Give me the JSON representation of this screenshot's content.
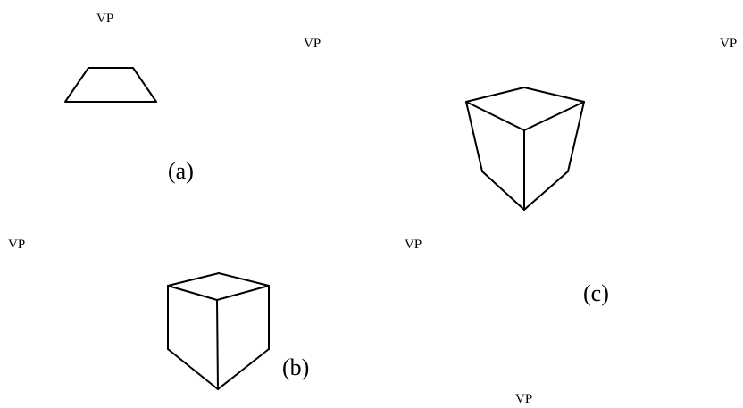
{
  "diagram": {
    "vp_label": "VP",
    "panels": [
      {
        "id": "a",
        "label": "(a)",
        "shape": "trapezoid"
      },
      {
        "id": "b",
        "label": "(b)",
        "shape": "cube-three-point"
      },
      {
        "id": "c",
        "label": "(c)",
        "shape": "cube-three-point"
      }
    ]
  },
  "colors": {
    "stroke": "#000000",
    "background": "#ffffff"
  }
}
